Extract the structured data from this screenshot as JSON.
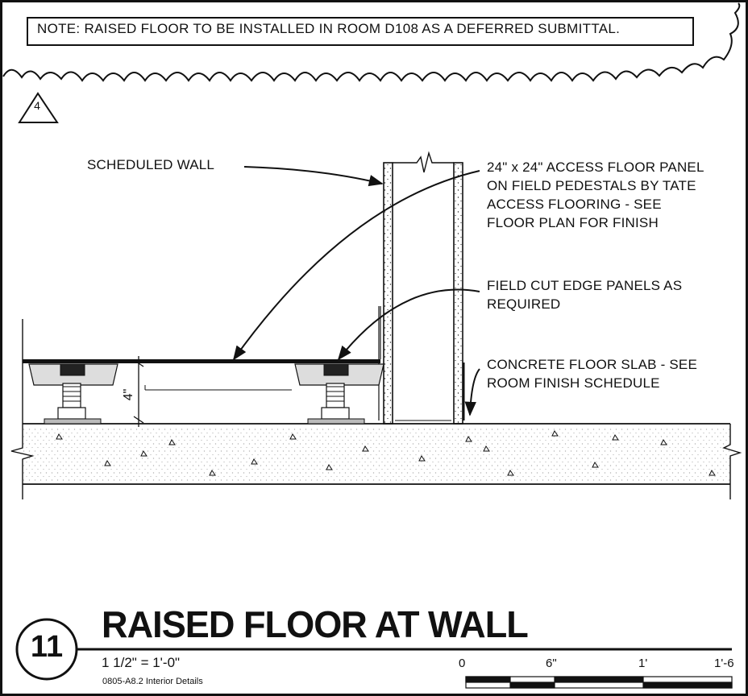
{
  "note": "NOTE: RAISED FLOOR TO BE INSTALLED IN ROOM D108 AS A DEFERRED SUBMITTAL.",
  "revision_tag": "4",
  "callouts": {
    "scheduled_wall": "SCHEDULED WALL",
    "access_panel": [
      "24\" x 24\" ACCESS FLOOR PANEL",
      "ON FIELD PEDESTALS BY TATE",
      "ACCESS FLOORING - SEE",
      "FLOOR PLAN FOR FINISH"
    ],
    "edge_panels": [
      "FIELD CUT EDGE PANELS AS",
      "REQUIRED"
    ],
    "slab": [
      "CONCRETE FLOOR SLAB - SEE",
      "ROOM FINISH SCHEDULE"
    ]
  },
  "dimension": "4\"",
  "title_block": {
    "detail_number": "11",
    "title": "RAISED FLOOR AT WALL",
    "scale": "1 1/2\" = 1'-0\"",
    "sheet_ref": "0805-A8.2 Interior Details"
  },
  "scale_bar": {
    "ticks": [
      "0",
      "6\"",
      "1'",
      "1'-6"
    ]
  }
}
